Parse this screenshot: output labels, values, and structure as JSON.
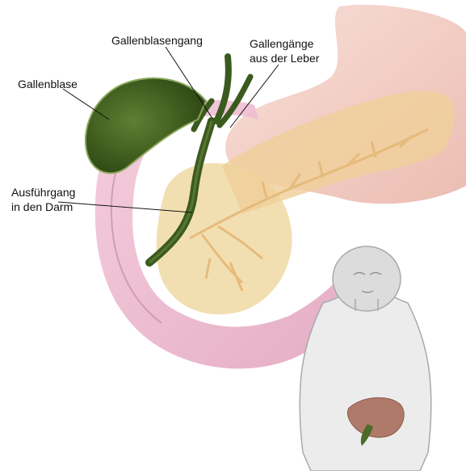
{
  "labels": {
    "gallbladder": "Gallenblase",
    "cystic_duct": "Gallenblasengang",
    "hepatic_ducts_line1": "Gallengänge",
    "hepatic_ducts_line2": "aus der Leber",
    "common_duct_line1": "Ausführgang",
    "common_duct_line2": "in den Darm"
  },
  "colors": {
    "stomach": "#f4cfc7",
    "duodenum": "#eeb9cf",
    "pancreas": "#f0d9a8",
    "bile_ducts": "#3b5a1e",
    "gallbladder": "#4c6b28",
    "body_outline": "#a9a9a9",
    "liver_small": "#b07a6a"
  },
  "icons": {
    "figure": "human-torso-figure"
  }
}
